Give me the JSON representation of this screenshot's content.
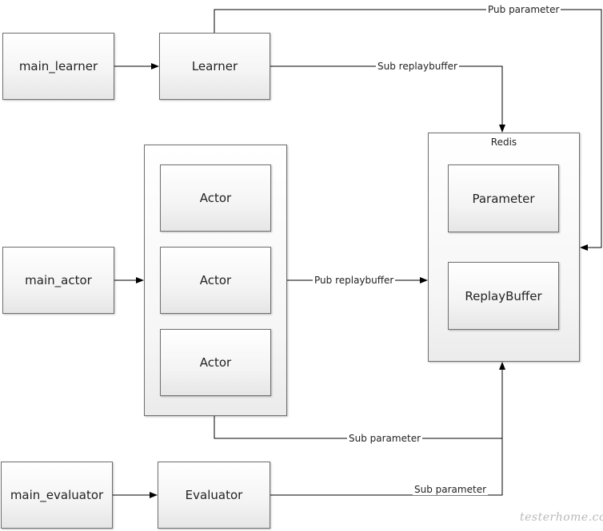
{
  "entry_points": {
    "main_learner": "main_learner",
    "main_actor": "main_actor",
    "main_evaluator": "main_evaluator"
  },
  "components": {
    "learner": "Learner",
    "evaluator": "Evaluator",
    "actors": [
      "Actor",
      "Actor",
      "Actor"
    ]
  },
  "redis": {
    "title": "Redis",
    "parameter": "Parameter",
    "replay_buffer": "ReplayBuffer"
  },
  "connections": {
    "pub_parameter": "Pub parameter",
    "sub_replaybuffer": "Sub replaybuffer",
    "pub_replaybuffer": "Pub replaybuffer",
    "sub_parameter_actors": "Sub parameter",
    "sub_parameter_evaluator": "Sub parameter"
  },
  "watermark": "testerhome.com",
  "colors": {
    "line": "#000000",
    "border": "#6f6f6f",
    "box_fill_top": "#ffffff",
    "box_fill_bottom": "#e6e6e6"
  }
}
